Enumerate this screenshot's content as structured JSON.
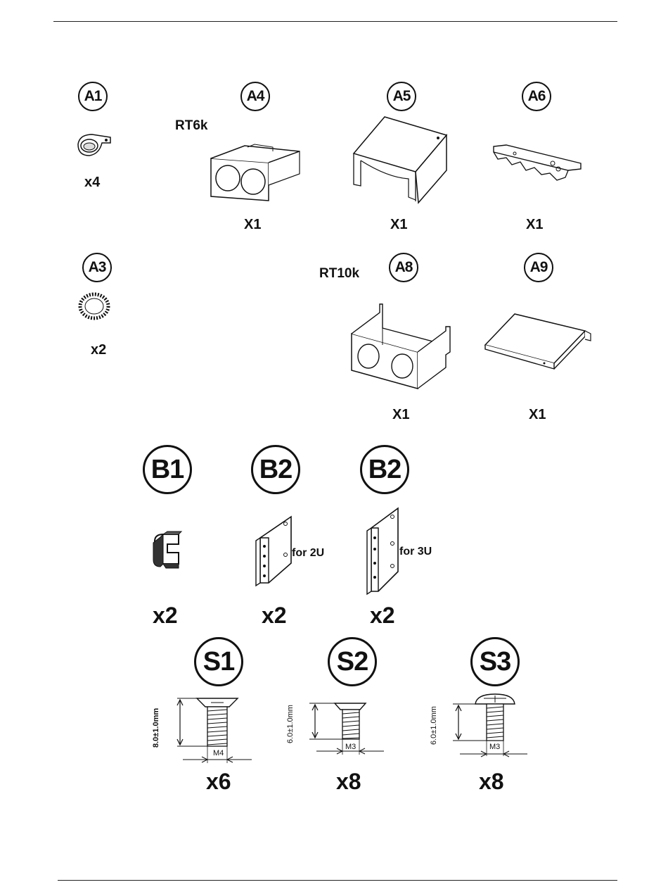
{
  "parts_a": [
    {
      "id": "A1",
      "qty": "x4"
    },
    {
      "id": "A4",
      "qty": "X1"
    },
    {
      "id": "A5",
      "qty": "X1"
    },
    {
      "id": "A6",
      "qty": "X1"
    },
    {
      "id": "A3",
      "qty": "x2"
    },
    {
      "id": "A8",
      "qty": "X1"
    },
    {
      "id": "A9",
      "qty": "X1"
    }
  ],
  "model_labels": {
    "rt6k": "RT6k",
    "rt10k": "RT10k"
  },
  "parts_b": [
    {
      "id": "B1",
      "qty": "x2",
      "note": ""
    },
    {
      "id": "B2",
      "qty": "x2",
      "note": "for 2U"
    },
    {
      "id": "B2",
      "qty": "x2",
      "note": "for 3U"
    }
  ],
  "screws": [
    {
      "id": "S1",
      "qty": "x6",
      "length": "8.0±1.0mm",
      "thread": "M4"
    },
    {
      "id": "S2",
      "qty": "x8",
      "length": "6.0±1.0mm",
      "thread": "M3"
    },
    {
      "id": "S3",
      "qty": "x8",
      "length": "6.0±1.0mm",
      "thread": "M3"
    }
  ]
}
